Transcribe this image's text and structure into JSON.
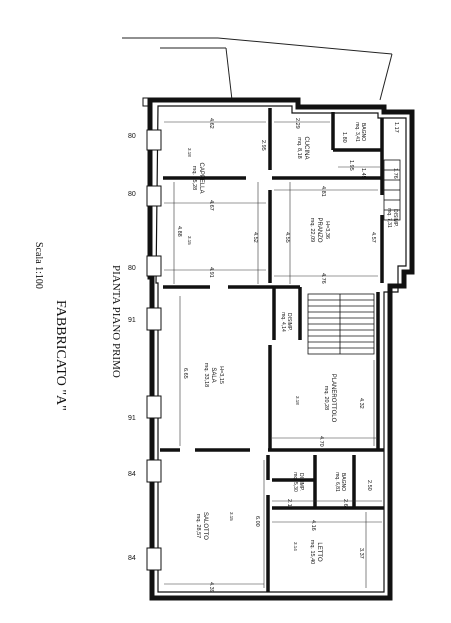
{
  "title": {
    "main": "FABBRICATO \"A\"",
    "sub": "PIANTA PIANO PRIMO",
    "scale": "Scala 1:100"
  },
  "rooms": [
    {
      "id": "cappella",
      "name": "CAPPELLA",
      "area": "mq. 35,28"
    },
    {
      "id": "cucina",
      "name": "CUCINA",
      "area": "mq. 8,18"
    },
    {
      "id": "bagno1",
      "name": "BAGNO",
      "area": "mq. 3,41"
    },
    {
      "id": "disimp1",
      "name": "DISIMP.",
      "area": "mq. 7,31"
    },
    {
      "id": "pranzo",
      "name": "PRANZO",
      "area": "mq. 22,09",
      "extra": "H=3,36"
    },
    {
      "id": "disimp2",
      "name": "DISIMP.",
      "area": "mq. 4,14"
    },
    {
      "id": "sala",
      "name": "SALA",
      "area": "mq. 33,18",
      "extra": "H=3,15"
    },
    {
      "id": "planerottolo",
      "name": "PLANEROTTOLO",
      "area": "mq. 20,28"
    },
    {
      "id": "bagno2",
      "name": "BAGNO",
      "area": "mq. 6,81"
    },
    {
      "id": "disimp3",
      "name": "DISIMP.",
      "area": "mq. 5,30"
    },
    {
      "id": "salotto",
      "name": "SALOTTO",
      "area": "mq. 28,57"
    },
    {
      "id": "letto",
      "name": "LETTO",
      "area": "mq. 15,40"
    }
  ],
  "dimensions": [
    "4.62",
    "2.29",
    "1.17",
    "2.95",
    "1.80",
    "1.95",
    "1.45",
    "4.81",
    "1.76",
    "4.67",
    "4.88",
    "4.52",
    "4.55",
    "4.57",
    "4.91",
    "4.76",
    "6.65",
    "4.32",
    "4.70",
    "2.12",
    "2.66",
    "2.50",
    "4.16",
    "6.00",
    "3.37",
    "4.39"
  ],
  "window_codes": [
    "80",
    "80",
    "80",
    "91",
    "91",
    "84",
    "84"
  ],
  "height_marks": [
    "3.18",
    "3.15",
    "3.18",
    "3.15",
    "3.14"
  ]
}
